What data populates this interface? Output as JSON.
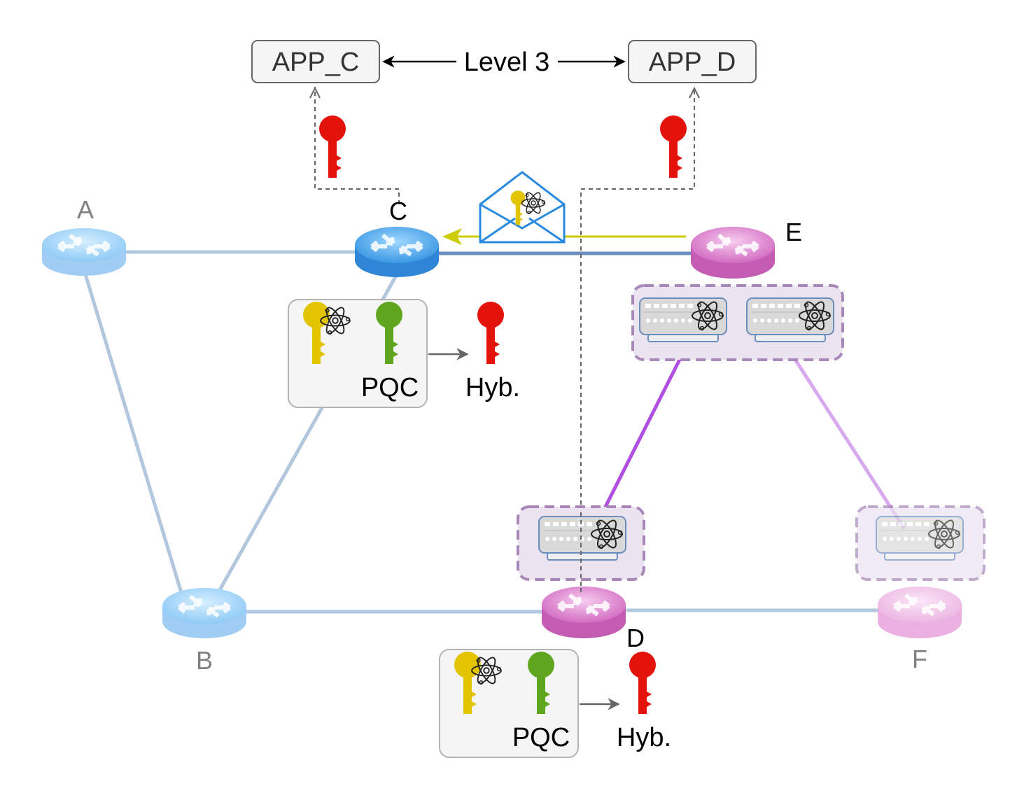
{
  "apps": {
    "app_c": "APP_C",
    "app_d": "APP_D",
    "link_label": "Level 3"
  },
  "nodes": {
    "a": "A",
    "b": "B",
    "c": "C",
    "d": "D",
    "e": "E",
    "f": "F"
  },
  "key_boxes": {
    "upper": {
      "pqc_label": "PQC",
      "result_label": "Hyb."
    },
    "lower": {
      "pqc_label": "PQC",
      "result_label": "Hyb."
    }
  },
  "colors": {
    "classic_link": "#b2c7de",
    "classic_link_active": "#6c8ebf",
    "quantum_link_strong": "#b04fe0",
    "quantum_link_light": "#d9a9f0",
    "qkd_channel": "#cccc00",
    "router_blue": "#7fc6f5",
    "router_blue_active": "#3d9fe8",
    "router_pink": "#d66fc6",
    "router_pink_light": "#efb9e6",
    "qkd_group_fill": "#ece3f1",
    "qkd_group_border": "#a888b8",
    "hybrid_key": "#e3120b",
    "qkd_key": "#e3c400",
    "pqc_key": "#5fa51e",
    "envelope": "#2a8ae0"
  }
}
